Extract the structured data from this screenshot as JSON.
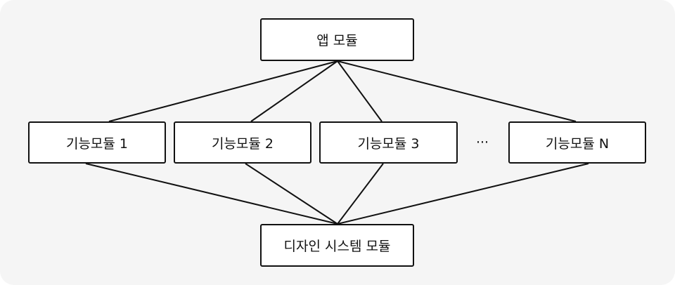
{
  "diagram": {
    "nodes": {
      "app": "앱 모듈",
      "feature_1": "기능모듈 1",
      "feature_2": "기능모듈 2",
      "feature_3": "기능모듈 3",
      "feature_n": "기능모듈 N",
      "design_system": "디자인 시스템 모듈"
    },
    "ellipsis": "···",
    "edges": [
      [
        "app",
        "feature_1"
      ],
      [
        "app",
        "feature_2"
      ],
      [
        "app",
        "feature_3"
      ],
      [
        "app",
        "feature_n"
      ],
      [
        "feature_1",
        "design_system"
      ],
      [
        "feature_2",
        "design_system"
      ],
      [
        "feature_3",
        "design_system"
      ],
      [
        "feature_n",
        "design_system"
      ]
    ],
    "colors": {
      "background": "#f5f5f5",
      "node_fill": "#ffffff",
      "stroke": "#111111"
    }
  }
}
